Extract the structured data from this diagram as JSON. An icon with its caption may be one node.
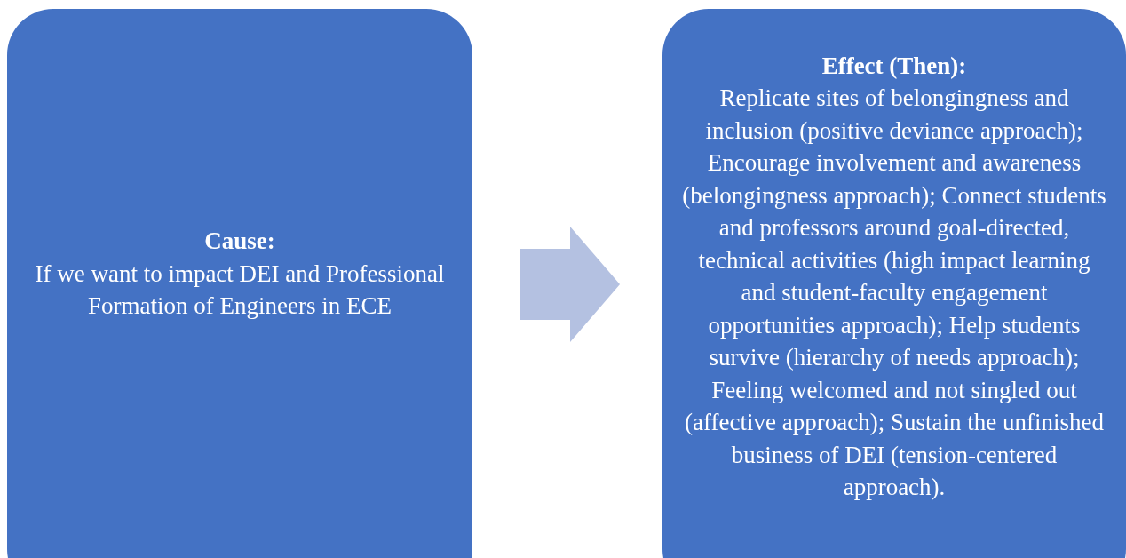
{
  "diagram": {
    "nodes": [
      {
        "text": [
          "Cause:",
          "If we want to impact DEI and Professional Formation of Engineers in ECE"
        ]
      },
      {
        "text": [
          "Effect (Then):",
          "Replicate sites of belongingness and inclusion (positive deviance approach); Encourage involvement and awareness (belongingness approach); Connect students and professors around goal-directed, technical activities (high impact learning and student-faculty engagement opportunities approach); Help students survive (hierarchy of needs approach); Feeling welcomed and not singled out (affective approach); Sustain the unfinished business of DEI (tension-centered approach)."
        ]
      }
    ],
    "edges": [
      {
        "from": 0,
        "to": 1,
        "arrow": "to",
        "color": "#b4c1e1"
      }
    ]
  }
}
